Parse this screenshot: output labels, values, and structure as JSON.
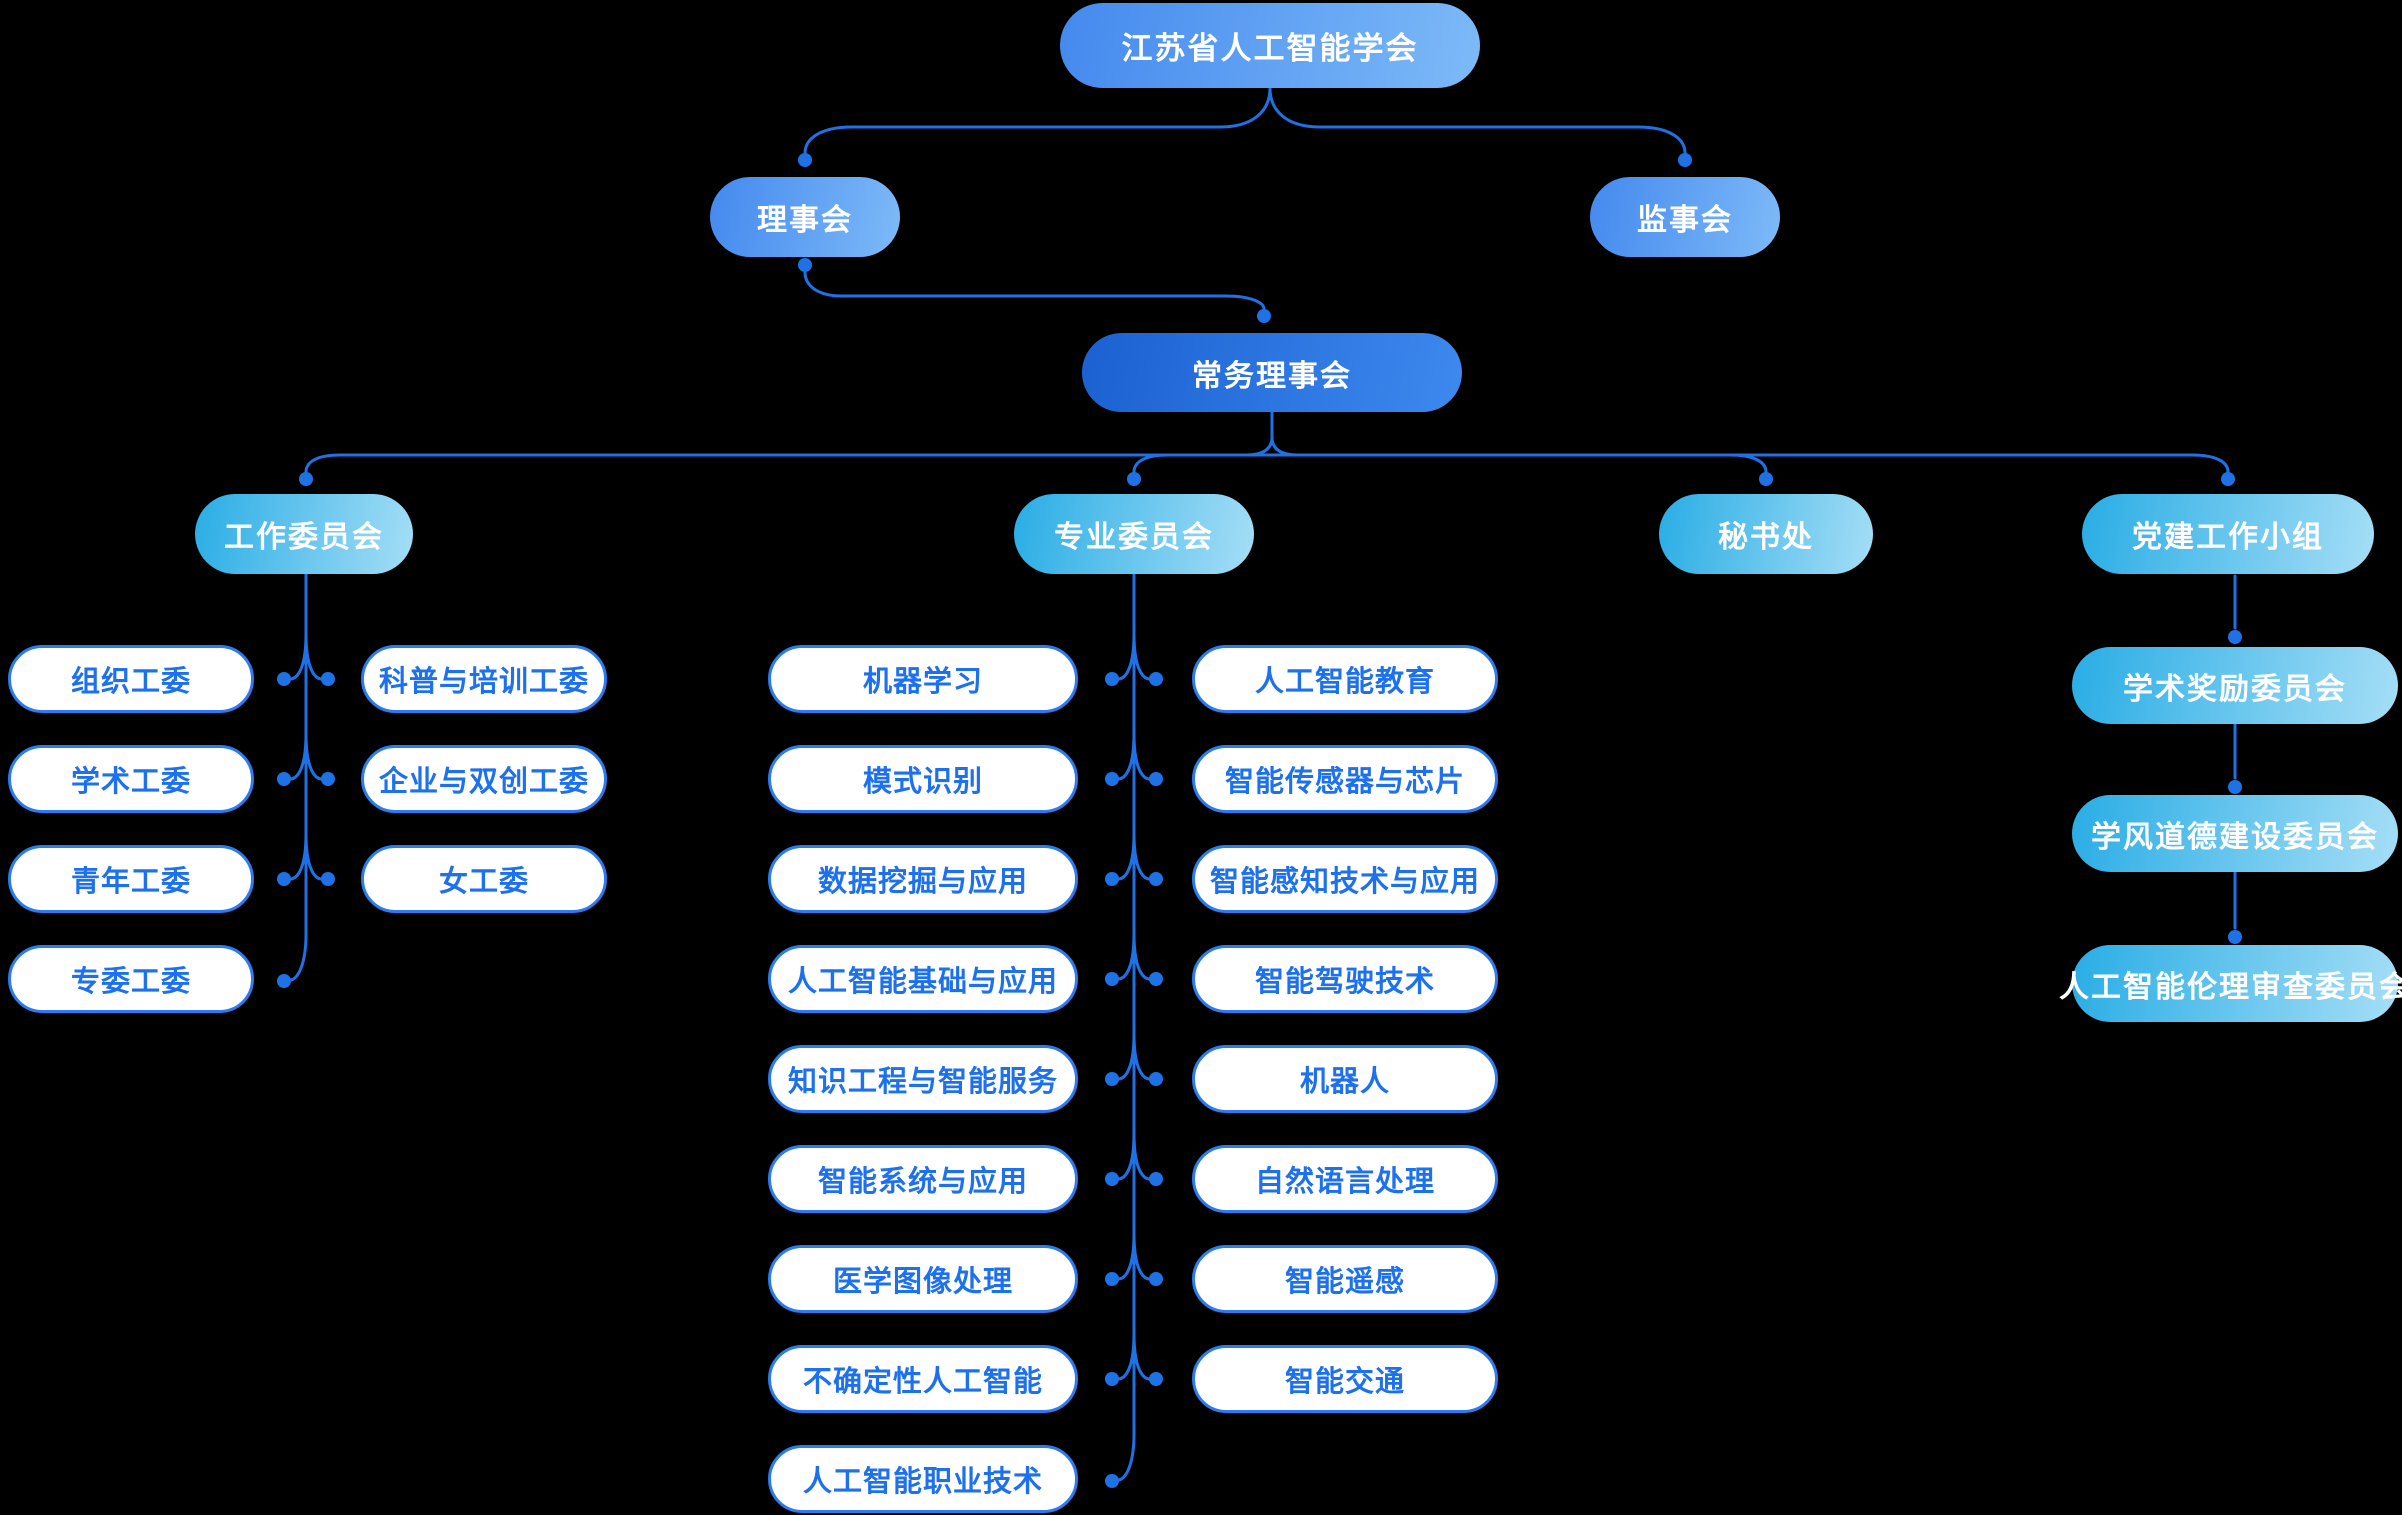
{
  "org": {
    "root": {
      "label": "江苏省人工智能学会"
    },
    "level2": [
      {
        "label": "理事会"
      },
      {
        "label": "监事会"
      }
    ],
    "level3": {
      "label": "常务理事会"
    },
    "level4": [
      {
        "label": "工作委员会"
      },
      {
        "label": "专业委员会"
      },
      {
        "label": "秘书处"
      },
      {
        "label": "党建工作小组"
      }
    ],
    "work_committees": {
      "left": [
        "组织工委",
        "学术工委",
        "青年工委",
        "专委工委"
      ],
      "right": [
        "科普与培训工委",
        "企业与双创工委",
        "女工委"
      ]
    },
    "special_committees": {
      "left": [
        "机器学习",
        "模式识别",
        "数据挖掘与应用",
        "人工智能基础与应用",
        "知识工程与智能服务",
        "智能系统与应用",
        "医学图像处理",
        "不确定性人工智能",
        "人工智能职业技术"
      ],
      "right": [
        "人工智能教育",
        "智能传感器与芯片",
        "智能感知技术与应用",
        "智能驾驶技术",
        "机器人",
        "自然语言处理",
        "智能遥感",
        "智能交通"
      ]
    },
    "party_committees": [
      "学术奖励委员会",
      "学风道德建设委员会",
      "人工智能伦理审查委员会"
    ]
  },
  "colors": {
    "background": "#000000",
    "connector_blue": "#1f72e6",
    "leaf_border_blue": "#2b7cf0",
    "leaf_text_blue": "#1d70ee",
    "gradient_light_blue_start": "#4489ee",
    "gradient_light_blue_end": "#7dbaf8",
    "gradient_deep_blue_start": "#1b61d1",
    "gradient_deep_blue_end": "#3d89ef",
    "gradient_cyan_start": "#29ade5",
    "gradient_cyan_end": "#a5def6",
    "node_text_white": "#ffffff"
  }
}
